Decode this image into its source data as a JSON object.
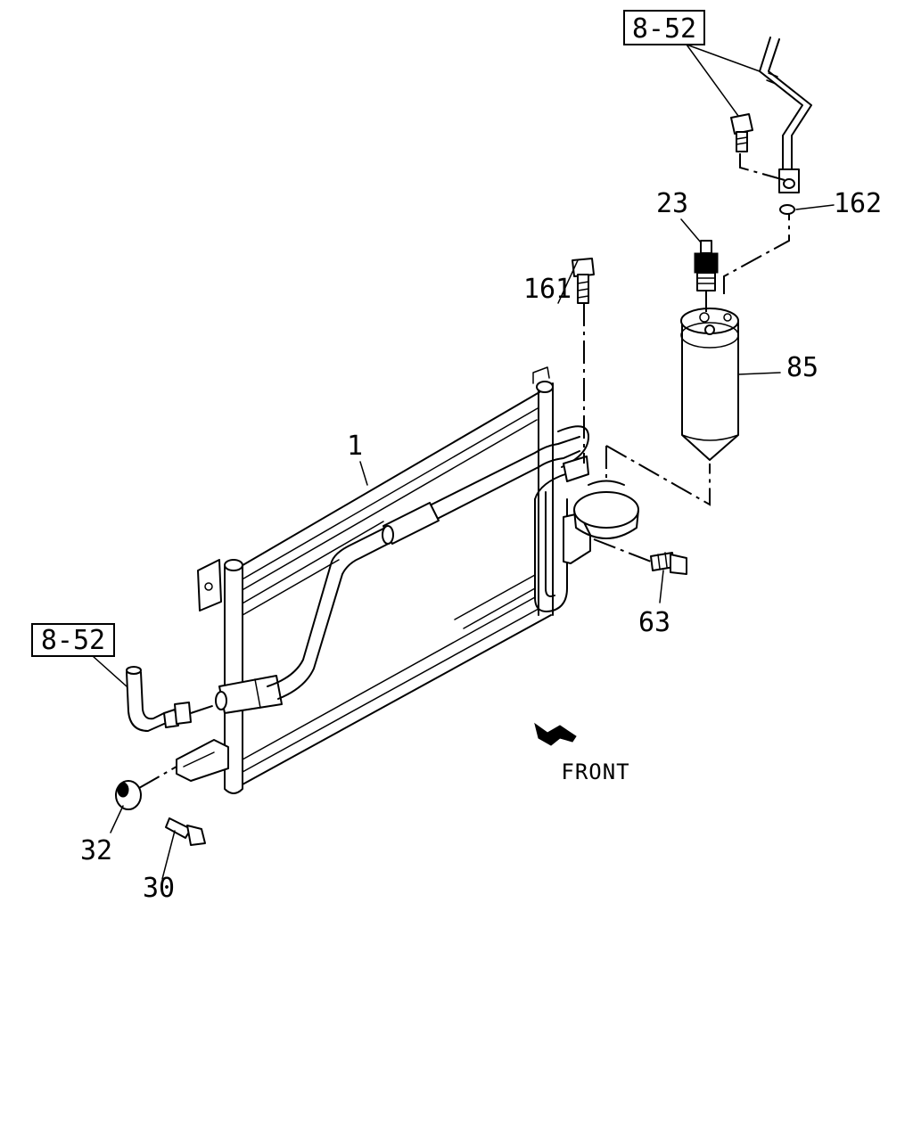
{
  "callouts": {
    "ref_top": "8-52",
    "ref_left": "8-52",
    "p1": "1",
    "p23": "23",
    "p30": "30",
    "p32": "32",
    "p63": "63",
    "p85": "85",
    "p161": "161",
    "p162": "162"
  },
  "direction": {
    "label": "FRONT"
  }
}
